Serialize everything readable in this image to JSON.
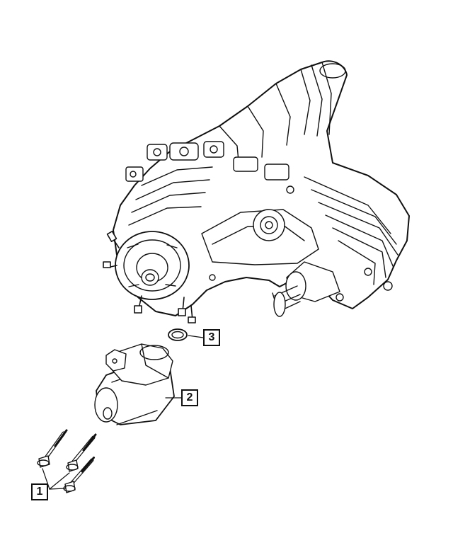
{
  "callouts": [
    {
      "id": "1",
      "label": "1"
    },
    {
      "id": "2",
      "label": "2"
    },
    {
      "id": "3",
      "label": "3"
    }
  ],
  "colors": {
    "line": "#111111",
    "background": "#ffffff"
  },
  "parts": [
    {
      "callout": "1",
      "icon": "bolt-icon",
      "count": 3
    },
    {
      "callout": "2",
      "icon": "motor-icon"
    },
    {
      "callout": "3",
      "icon": "seal-ring-icon"
    }
  ]
}
